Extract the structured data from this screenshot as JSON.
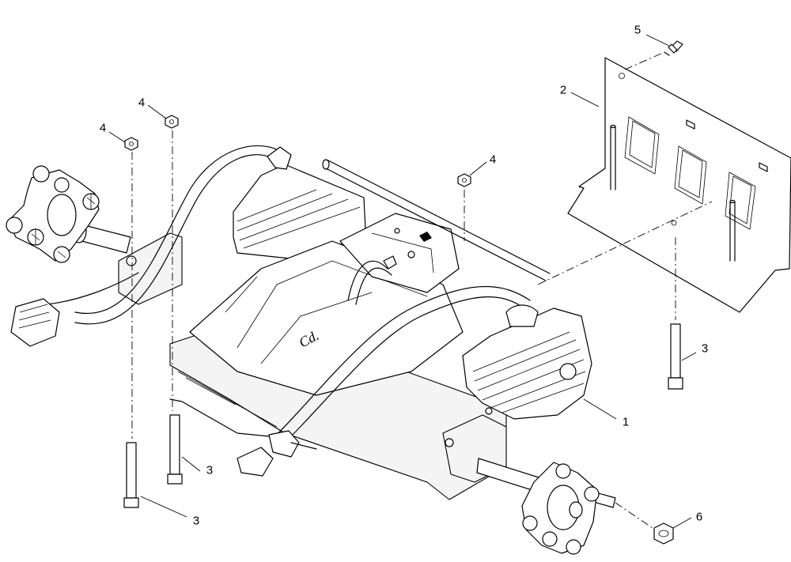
{
  "callouts": [
    {
      "label": "1"
    },
    {
      "label": "2"
    },
    {
      "label": "3"
    },
    {
      "label": "3"
    },
    {
      "label": "3"
    },
    {
      "label": "4"
    },
    {
      "label": "4"
    },
    {
      "label": "4"
    },
    {
      "label": "5"
    },
    {
      "label": "6"
    }
  ],
  "logo_text": "Cd."
}
